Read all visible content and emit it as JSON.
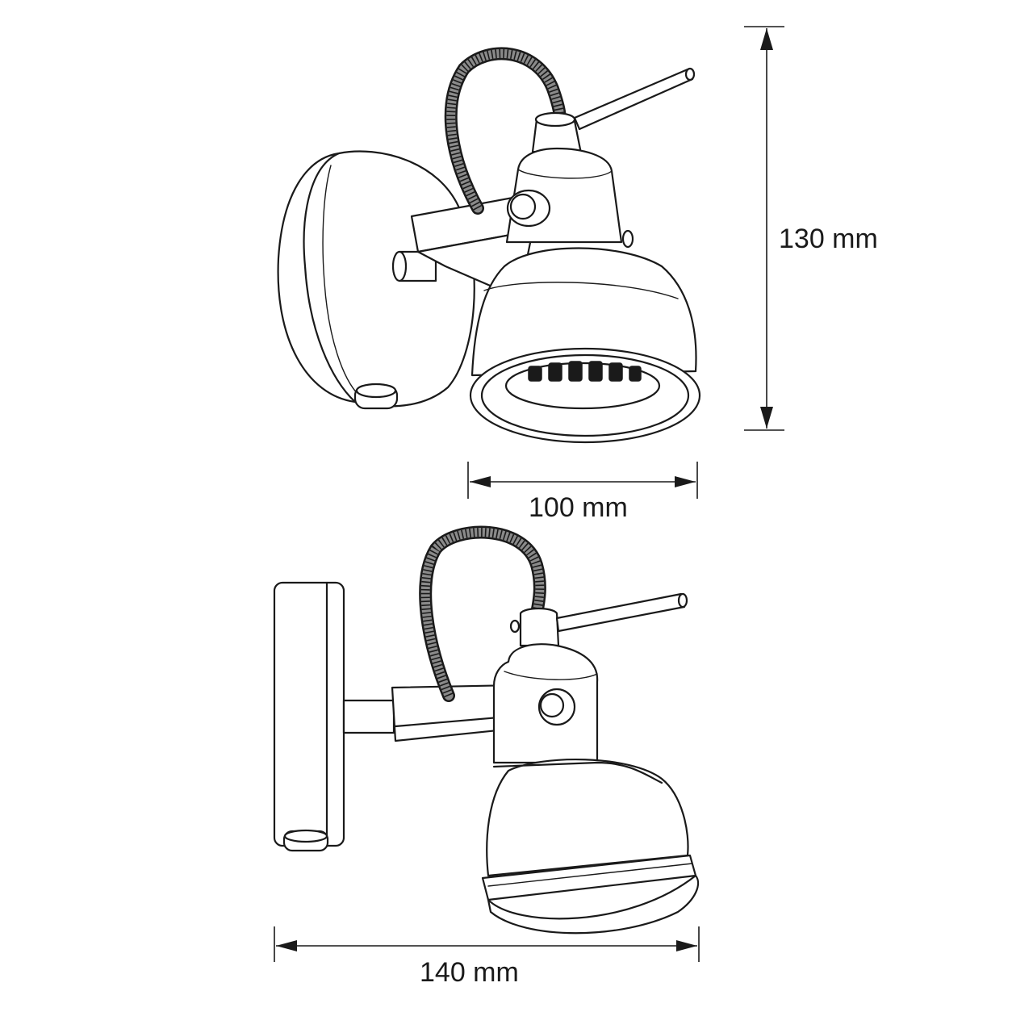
{
  "dimensions": {
    "height_label": "130 mm",
    "depth_label": "100 mm",
    "width_label": "140 mm"
  },
  "colors": {
    "line": "#1a1a1a",
    "background": "#ffffff",
    "cable_fill": "#8a8a8a"
  }
}
